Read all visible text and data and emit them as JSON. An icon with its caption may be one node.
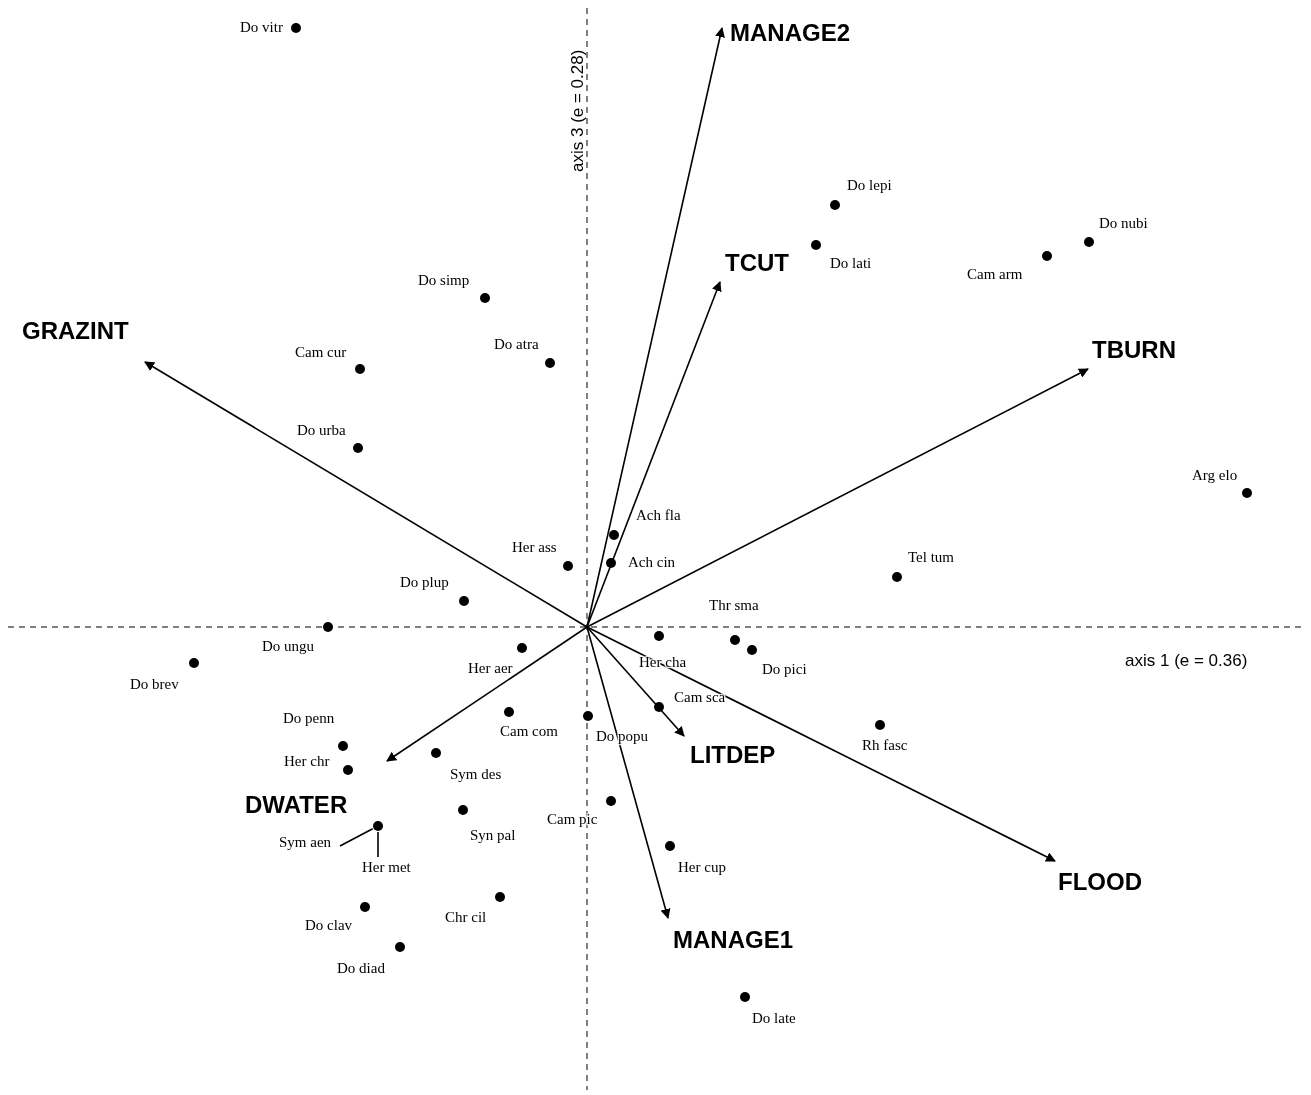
{
  "diagram": {
    "nodes": [
      {
        "text": [
          "MANAGE2"
        ]
      },
      {
        "text": [
          "TCUT"
        ]
      },
      {
        "text": [
          "GRAZINT"
        ]
      },
      {
        "text": [
          "TBURN"
        ]
      },
      {
        "text": [
          "LITDEP"
        ]
      },
      {
        "text": [
          "DWATER"
        ]
      },
      {
        "text": [],
        "shape": "circle"
      },
      {
        "text": [
          "Sym aen"
        ]
      },
      {
        "text": [
          "Her met"
        ]
      },
      {
        "text": [
          "FLOOD"
        ]
      },
      {
        "text": [
          "MANAGE1"
        ]
      }
    ],
    "edges": [
      {
        "from": null,
        "to": 0,
        "arrow": "to"
      },
      {
        "from": null,
        "to": 1,
        "arrow": "to"
      },
      {
        "from": null,
        "to": 2,
        "arrow": "to"
      },
      {
        "from": null,
        "to": 3,
        "arrow": "to"
      },
      {
        "from": null,
        "to": 4,
        "arrow": "to"
      },
      {
        "from": null,
        "to": 5,
        "arrow": "to"
      },
      {
        "from": null,
        "to": 9,
        "arrow": "to"
      },
      {
        "from": null,
        "to": 10,
        "arrow": "to"
      },
      {
        "from": 7,
        "to": 6,
        "arrow": "none"
      },
      {
        "from": 8,
        "to": 6,
        "arrow": "none"
      }
    ],
    "labels": [
      "Do vitr",
      "axis 3 (e = 0.28)",
      "Do lepi",
      "Do nubi",
      "Do lati",
      "Cam arm",
      "Do simp",
      "Do atra",
      "Cam cur",
      "Do urba",
      "Arg elo",
      "Ach fla",
      "Her ass",
      "Tel tum",
      "Ach cin",
      "Do plup",
      "Thr sma",
      "Do ungu",
      "axis 1 (e = 0.36)",
      "Her cha",
      "Her aer",
      "Do pici",
      "Do brev",
      "Cam sca",
      "Do penn",
      "Cam com",
      "Do popu",
      "Rh fasc",
      "Her chr",
      "Sym des",
      "Cam pic",
      "Syn pal",
      "Her cup",
      "Chr cil",
      "Do clav",
      "Do diad",
      "Do late"
    ]
  }
}
